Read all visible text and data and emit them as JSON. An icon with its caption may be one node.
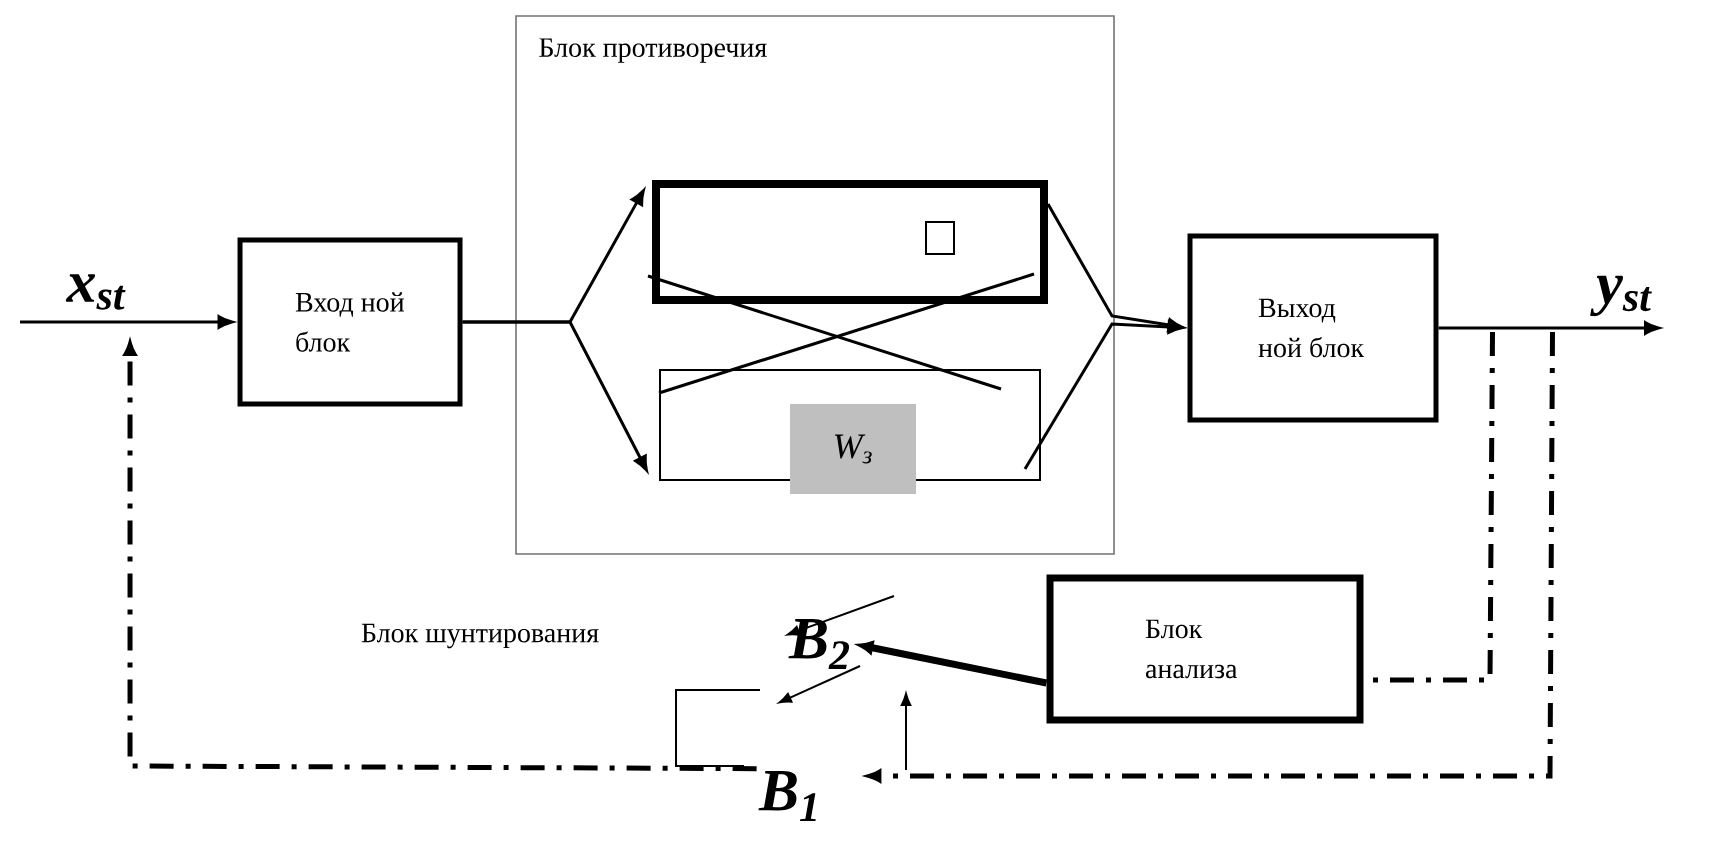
{
  "diagram": {
    "nodes": [
      {
        "text": [
          "Вход ной блок"
        ]
      },
      {
        "text": [
          "Блок противоречия"
        ]
      },
      {
        "text": [],
        "shape": "box",
        "in": 1
      },
      {
        "text": [
          "W$_{з}$"
        ],
        "in": 1
      },
      {
        "text": [
          "Выход ной блок"
        ]
      },
      {
        "text": [
          "Блок анализа"
        ]
      },
      {
        "text": [
          "B$_{2}$"
        ]
      },
      {
        "text": [
          "B$_{1}$"
        ]
      }
    ],
    "edges": [
      {
        "from": null,
        "to": 0,
        "arrow": "to",
        "label": "x$_{st}$"
      },
      {
        "from": 0,
        "to": 2,
        "arrow": "to"
      },
      {
        "from": 0,
        "to": 3,
        "arrow": "to"
      },
      {
        "from": 2,
        "to": 4,
        "arrow": "to"
      },
      {
        "from": 3,
        "to": 4,
        "arrow": "to"
      },
      {
        "from": 2,
        "to": 3,
        "arrow": "none"
      },
      {
        "from": 3,
        "to": 2,
        "arrow": "none"
      },
      {
        "from": 4,
        "to": null,
        "arrow": "to",
        "label": "y$_{st}$"
      },
      {
        "from": 4,
        "to": 5,
        "arrow": "none",
        "style": "dashed"
      },
      {
        "from": 5,
        "to": 6,
        "arrow": "to",
        "style": "thick"
      },
      {
        "from": 4,
        "to": 7,
        "arrow": "to",
        "style": "dashed"
      },
      {
        "from": 7,
        "to": null,
        "arrow": "to",
        "style": "dashed"
      }
    ],
    "labels": [
      "Блок шунтирования"
    ]
  }
}
